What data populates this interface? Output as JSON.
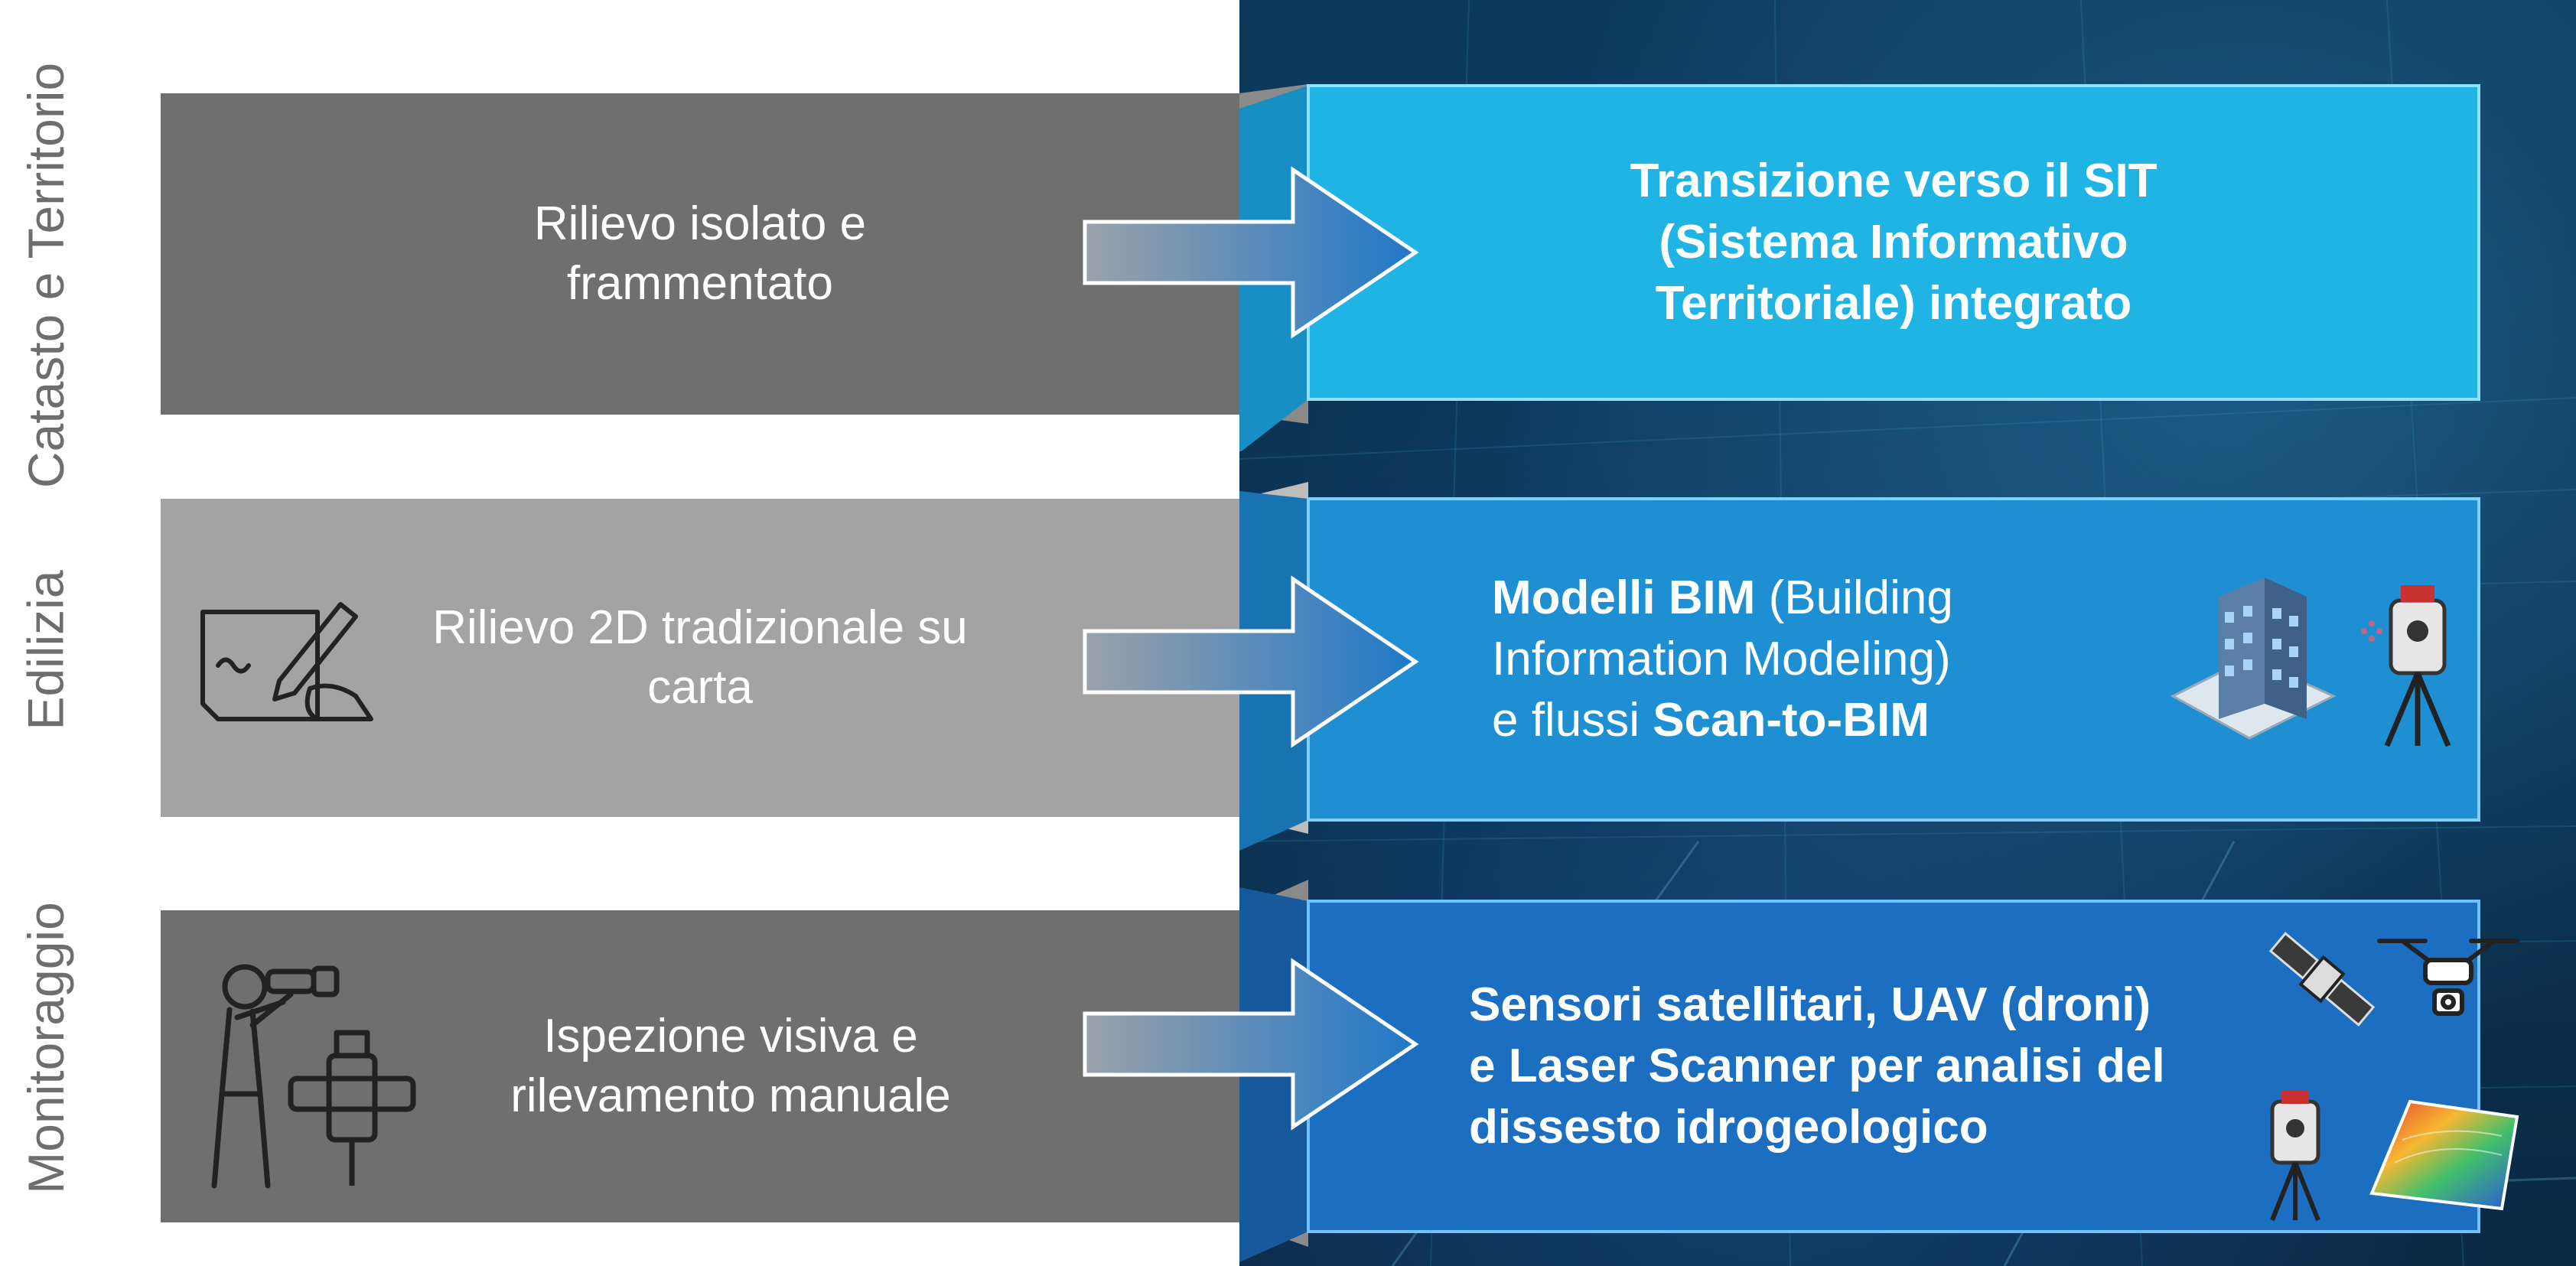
{
  "colors": {
    "row1_left": "#6f6f6f",
    "row2_left": "#a3a3a3",
    "row3_left": "#6f6f6f",
    "row1_right": "#1fb4e4",
    "row2_right": "#1f8fd4",
    "row3_right": "#1c6fc0"
  },
  "rows": [
    {
      "label": "Catasto e Territorio",
      "left_text": "Rilievo isolato e frammentato",
      "right_line1": "Transizione verso il SIT",
      "right_line2": "(Sistema Informativo",
      "right_line3": "Territoriale) integrato",
      "icons": []
    },
    {
      "label": "Edilizia",
      "left_text": "Rilievo 2D tradizionale su carta",
      "right_bold1": "Modelli BIM",
      "right_rest1": " (Building",
      "right_line2": "Information Modeling)",
      "right_pre3": "e flussi ",
      "right_bold3": "Scan-to-BIM",
      "icons": [
        "hand-writing-icon",
        "building-icon",
        "laser-scanner-icon"
      ]
    },
    {
      "label": "Monitoraggio",
      "left_text": "Ispezione visiva e rilevamento manuale",
      "right_line1": "Sensori satellitari, UAV (droni)",
      "right_line2": "e Laser Scanner per analisi del",
      "right_line3": "dissesto idrogeologico",
      "icons": [
        "inspector-binoculars-icon",
        "jackhammer-icon",
        "satellite-icon",
        "drone-icon",
        "laser-scanner-icon",
        "terrain-map-icon"
      ]
    }
  ]
}
